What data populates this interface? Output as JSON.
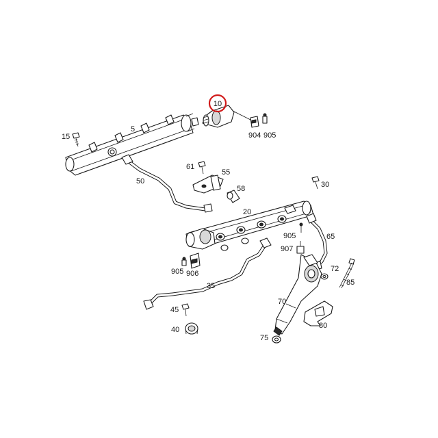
{
  "diagram": {
    "highlight_color": "#d11a1a",
    "highlighted_part": "10",
    "callouts": {
      "p10": "10",
      "p5": "5",
      "p15": "15",
      "p904a": "904",
      "p905a": "905",
      "p50": "50",
      "p61": "61",
      "p55": "55",
      "p58": "58",
      "p30": "30",
      "p20": "20",
      "p65": "65",
      "p905b": "905",
      "p907": "907",
      "p905c": "905",
      "p906": "906",
      "p35": "35",
      "p72": "72",
      "p85": "85",
      "p70": "70",
      "p45": "45",
      "p40": "40",
      "p80": "80",
      "p75": "75"
    }
  }
}
